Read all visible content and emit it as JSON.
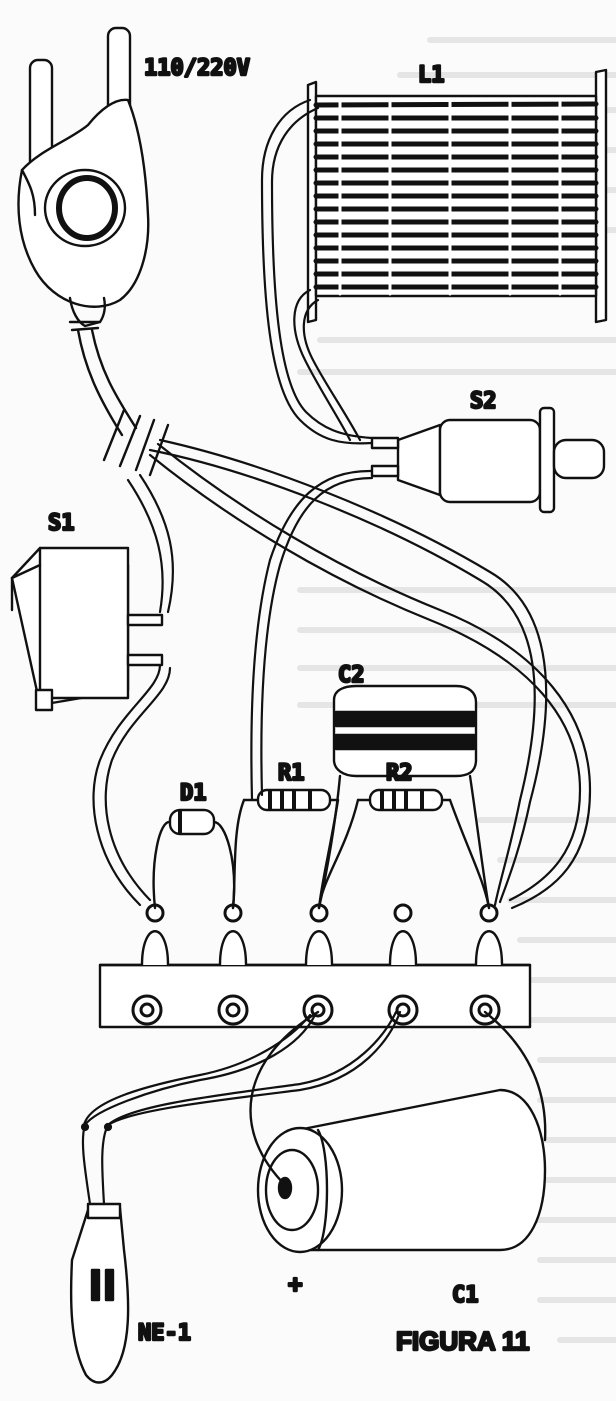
{
  "figure": {
    "caption": "FIGURA 11",
    "colors": {
      "ink": "#111111",
      "paper": "#fbfbfb",
      "bleed_through": "#c9c9c9"
    }
  },
  "components": {
    "plug": {
      "label": "110/220V",
      "icon": "power-plug-icon"
    },
    "coil": {
      "label": "L1",
      "icon": "coil-icon"
    },
    "switch_push": {
      "label": "S2",
      "icon": "pushbutton-switch-icon"
    },
    "switch_rocker": {
      "label": "S1",
      "icon": "rocker-switch-icon"
    },
    "capacitor_film": {
      "label": "C2",
      "icon": "film-capacitor-icon"
    },
    "diode": {
      "label": "D1",
      "icon": "diode-icon"
    },
    "resistor_1": {
      "label": "R1",
      "icon": "resistor-icon"
    },
    "resistor_2": {
      "label": "R2",
      "icon": "resistor-icon"
    },
    "capacitor_electrolytic": {
      "label": "C1",
      "polarity": "+",
      "icon": "electrolytic-capacitor-icon"
    },
    "neon_lamp": {
      "label": "NE-1",
      "icon": "neon-lamp-icon"
    },
    "terminal_strip": {
      "icon": "terminal-strip-icon",
      "terminal_count": 5
    }
  }
}
